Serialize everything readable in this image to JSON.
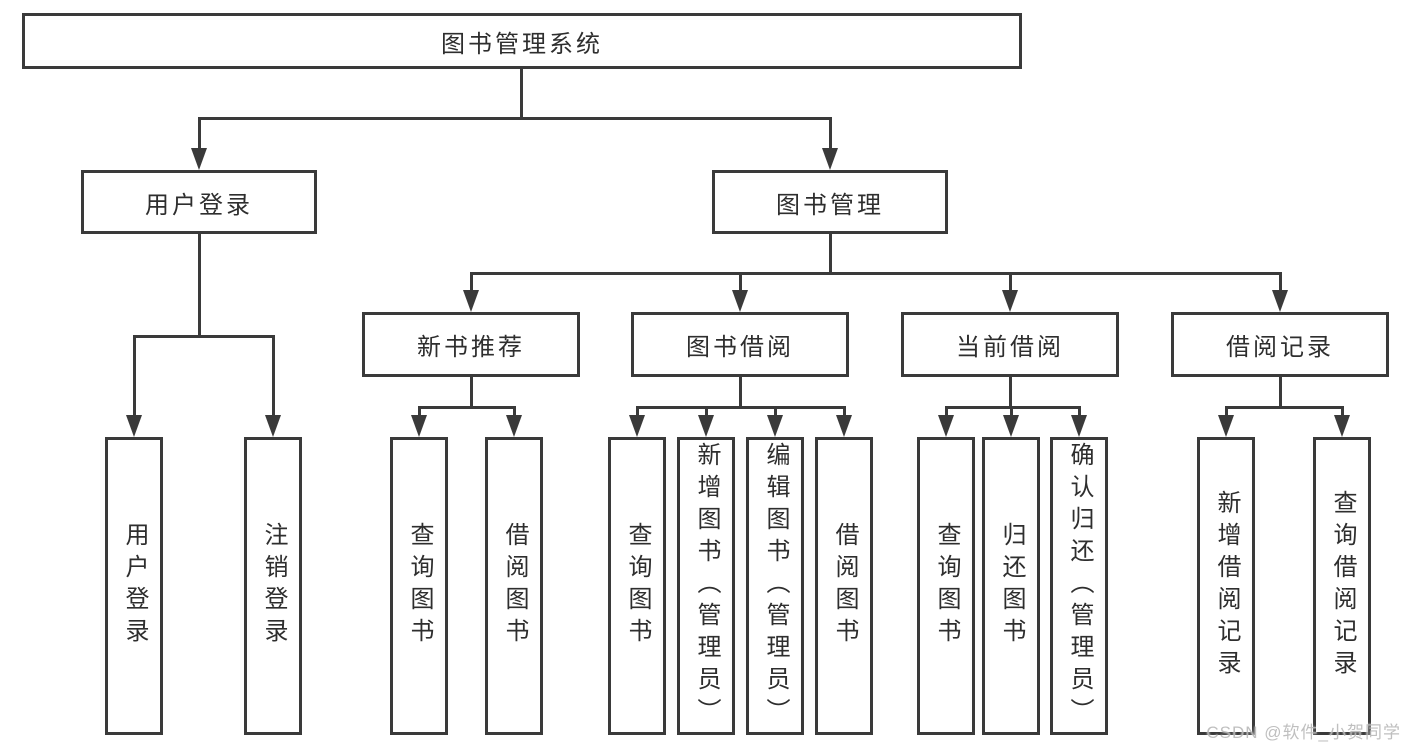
{
  "colors": {
    "line": "#3a3a3a",
    "text": "#2e2e2e",
    "box_background": "#ffffff",
    "watermark": "#b9b9b9"
  },
  "diagram": {
    "root": {
      "label": "图书管理系统"
    },
    "branches": {
      "login": {
        "label": "用户登录",
        "children": [
          {
            "label": "用户登录"
          },
          {
            "label": "注销登录"
          }
        ]
      },
      "mgmt": {
        "label": "图书管理",
        "children": [
          {
            "label": "新书推荐",
            "children": [
              {
                "label": "查询图书"
              },
              {
                "label": "借阅图书"
              }
            ]
          },
          {
            "label": "图书借阅",
            "children": [
              {
                "label": "查询图书"
              },
              {
                "label": "新增图书（管理员）"
              },
              {
                "label": "编辑图书（管理员）"
              },
              {
                "label": "借阅图书"
              }
            ]
          },
          {
            "label": "当前借阅",
            "children": [
              {
                "label": "查询图书"
              },
              {
                "label": "归还图书"
              },
              {
                "label": "确认归还（管理员）"
              }
            ]
          },
          {
            "label": "借阅记录",
            "children": [
              {
                "label": "新增借阅记录"
              },
              {
                "label": "查询借阅记录"
              }
            ]
          }
        ]
      }
    }
  },
  "watermark": {
    "text": "CSDN @软件_小贺同学"
  }
}
